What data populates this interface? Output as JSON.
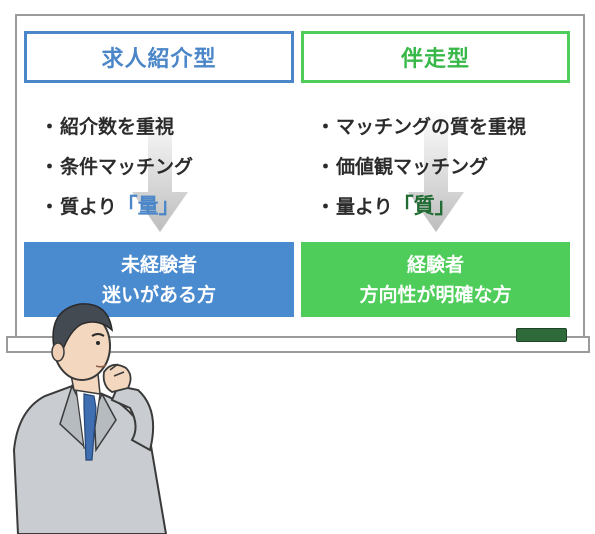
{
  "left": {
    "header": "求人紹介型",
    "bullets": [
      {
        "dot": "・",
        "text": "紹介数を重視"
      },
      {
        "dot": "・",
        "text": "条件マッチング"
      },
      {
        "dot": "・",
        "text": "質より",
        "emph": "「量」"
      }
    ],
    "result": [
      "未経験者",
      "迷いがある方"
    ]
  },
  "right": {
    "header": "伴走型",
    "bullets": [
      {
        "dot": "・",
        "text": "マッチングの質を重視"
      },
      {
        "dot": "・",
        "text": "価値観マッチング"
      },
      {
        "dot": "・",
        "text": "量より",
        "emph": "「質」"
      }
    ],
    "result": [
      "経験者",
      "方向性が明確な方"
    ]
  },
  "colors": {
    "blue": "#4a86c8",
    "green": "#4fcd5b",
    "emph_green": "#1f6b31",
    "arrow_gray": "#c9c9c9"
  }
}
